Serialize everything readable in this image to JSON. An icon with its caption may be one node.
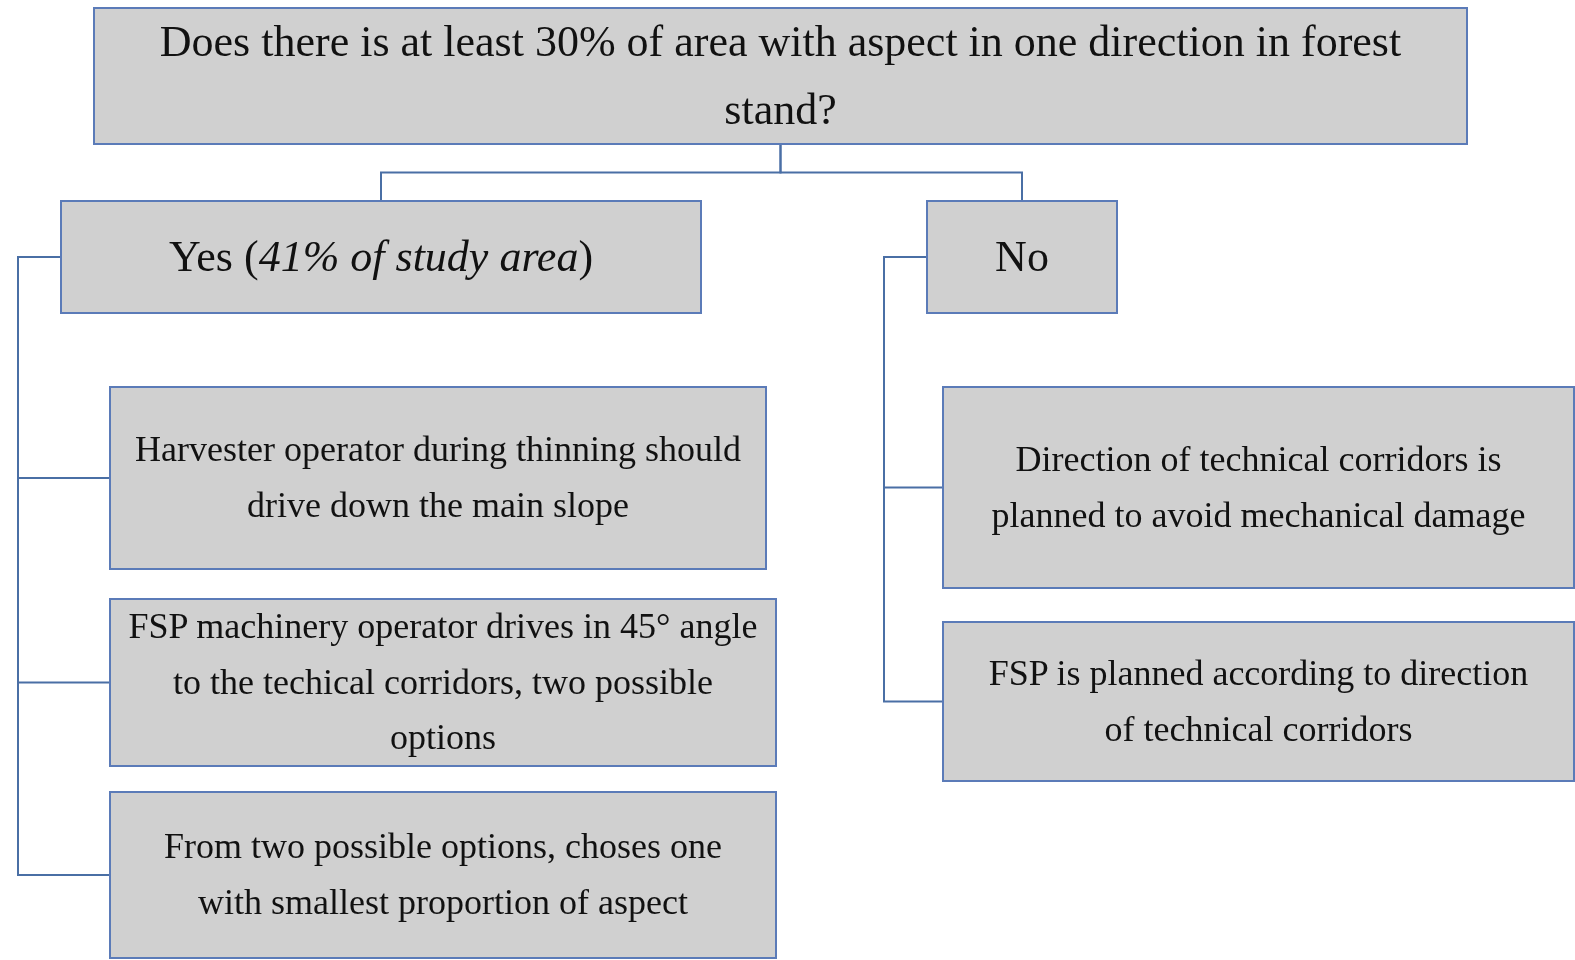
{
  "diagram": {
    "nodes": [
      {
        "text": [
          "Does there is at least 30% of area with aspect in one direction in forest stand?"
        ]
      },
      {
        "text": [
          "Yes (*41% of study area*)"
        ]
      },
      {
        "text": [
          "No"
        ]
      },
      {
        "text": [
          "Harvester operator during thinning should drive down the main slope"
        ]
      },
      {
        "text": [
          "FSP machinery operator drives in 45° angle to the techical corridors, two possible options"
        ]
      },
      {
        "text": [
          "From two possible options, choses one with smallest proportion of aspect"
        ]
      },
      {
        "text": [
          "Direction of technical corridors is planned to avoid mechanical damage"
        ]
      },
      {
        "text": [
          "FSP is planned according to direction of technical corridors"
        ]
      }
    ],
    "edges": [
      {
        "from": 0,
        "to": 1,
        "arrow": "none"
      },
      {
        "from": 0,
        "to": 2,
        "arrow": "none"
      },
      {
        "from": 1,
        "to": 3,
        "arrow": "none"
      },
      {
        "from": 1,
        "to": 4,
        "arrow": "none"
      },
      {
        "from": 1,
        "to": 5,
        "arrow": "none"
      },
      {
        "from": 2,
        "to": 6,
        "arrow": "none"
      },
      {
        "from": 2,
        "to": 7,
        "arrow": "none"
      }
    ]
  }
}
